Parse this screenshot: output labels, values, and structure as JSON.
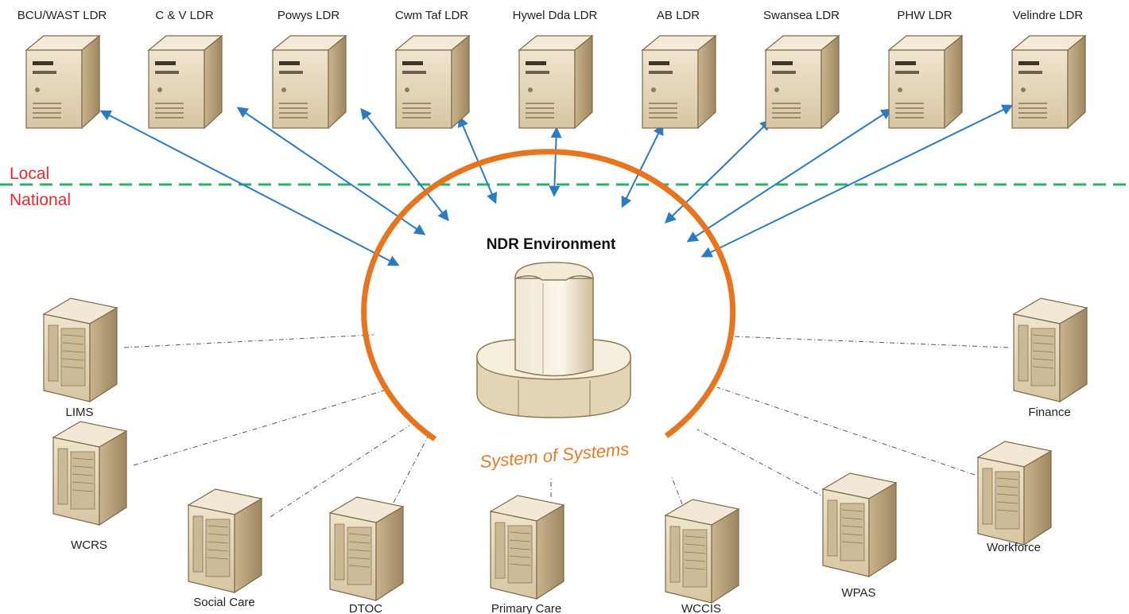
{
  "diagram": {
    "local_label": "Local",
    "national_label": "National",
    "environment_title": "NDR Environment",
    "system_of_systems_label": "System of Systems",
    "ldr_servers": [
      {
        "label": "BCU/WAST LDR"
      },
      {
        "label": "C & V LDR"
      },
      {
        "label": "Powys LDR"
      },
      {
        "label": "Cwm Taf LDR"
      },
      {
        "label": "Hywel Dda LDR"
      },
      {
        "label": "AB LDR"
      },
      {
        "label": "Swansea LDR"
      },
      {
        "label": "PHW LDR"
      },
      {
        "label": "Velindre LDR"
      }
    ],
    "national_systems": [
      {
        "label": "LIMS"
      },
      {
        "label": "WCRS"
      },
      {
        "label": "Social Care"
      },
      {
        "label": "DTOC"
      },
      {
        "label": "Primary Care"
      },
      {
        "label": "WCCIS"
      },
      {
        "label": "WPAS"
      },
      {
        "label": "Workforce"
      },
      {
        "label": "Finance"
      }
    ],
    "colors": {
      "ring": "#e8741e",
      "arrow": "#2a7bc4",
      "divider": "#27b36a",
      "zone_text": "#e8292e",
      "server_face": "#e9dcc3",
      "server_side": "#b59e78",
      "server_top": "#f4ecdc"
    }
  }
}
